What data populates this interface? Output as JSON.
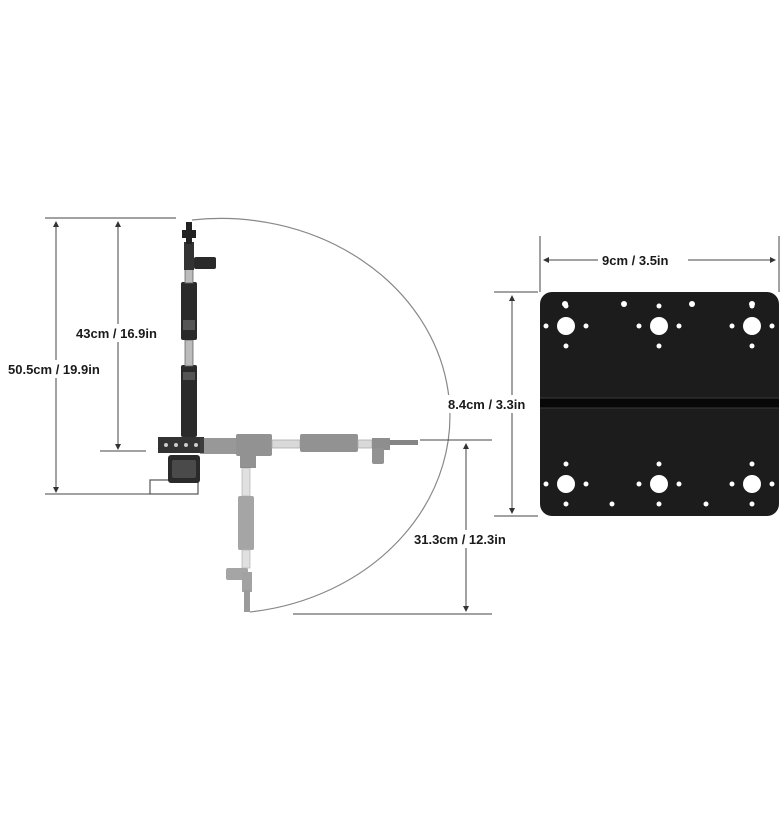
{
  "dimensions": {
    "arm_total_height": "50.5cm / 19.9in",
    "arm_upper_height": "43cm / 16.9in",
    "arm_reach_down": "31.3cm / 12.3in",
    "plate_width": "9cm / 3.5in",
    "plate_height": "8.4cm / 3.3in"
  },
  "colors": {
    "dimension_line": "#333333",
    "plate": "#1c1c1c",
    "arm_dark": "#2a2a2a",
    "arm_faded": "#9a9a9a"
  }
}
